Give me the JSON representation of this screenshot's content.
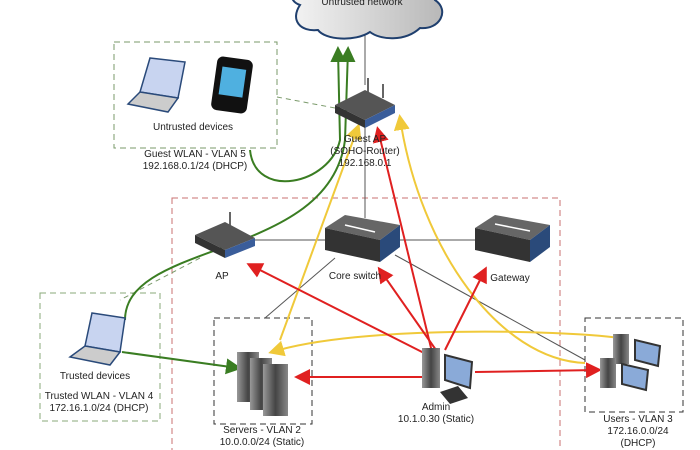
{
  "nodes": {
    "cloud": {
      "label": "Untrusted network"
    },
    "untrusted_devices": {
      "label": "Untrusted devices"
    },
    "guest_wlan": {
      "line1": "Guest WLAN - VLAN 5",
      "line2": "192.168.0.1/24 (DHCP)"
    },
    "guest_ap": {
      "line1": "Guest AP",
      "line2": "(SOHO-Router)",
      "line3": "192.168.0.1"
    },
    "ap": {
      "label": "AP"
    },
    "core_switch": {
      "label": "Core switch"
    },
    "gateway": {
      "label": "Gateway"
    },
    "trusted_devices": {
      "label": "Trusted devices"
    },
    "trusted_wlan": {
      "line1": "Trusted WLAN - VLAN 4",
      "line2": "172.16.1.0/24 (DHCP)"
    },
    "servers": {
      "line1": "Servers - VLAN 2",
      "line2": "10.0.0.0/24 (Static)"
    },
    "admin": {
      "line1": "Admin",
      "line2": "10.1.0.30 (Static)"
    },
    "users": {
      "line1": "Users - VLAN 3",
      "line2": "172.16.0.0/24",
      "line3": "(DHCP)"
    }
  },
  "colors": {
    "green": "#3a7d22",
    "red": "#e02020",
    "yellow": "#f0c93a",
    "gray": "#555555",
    "zone_red": "#c87070",
    "zone_green": "#7a9a6a"
  }
}
